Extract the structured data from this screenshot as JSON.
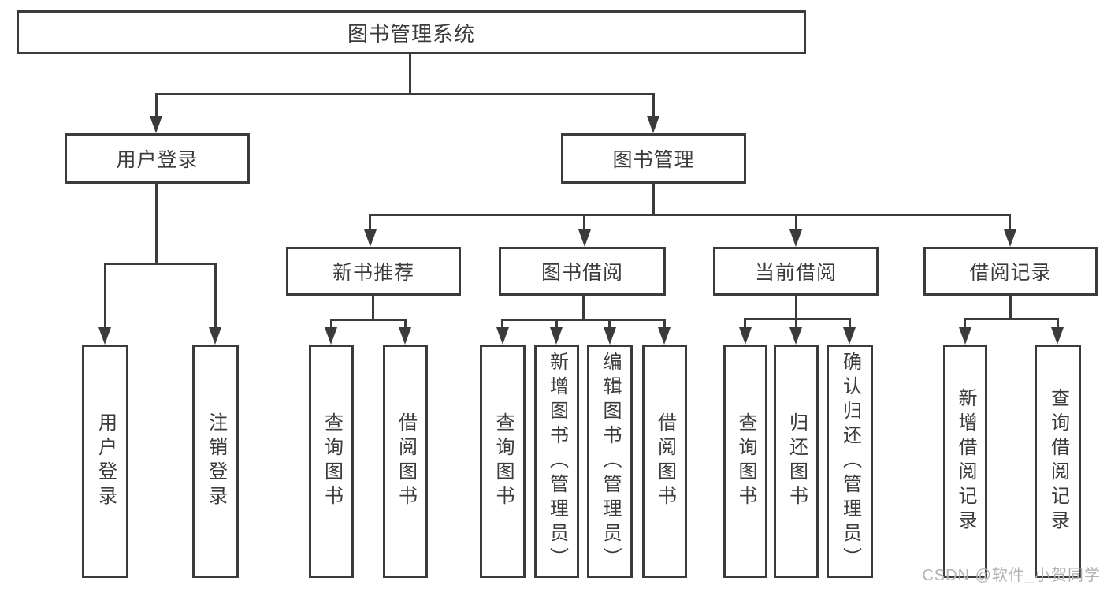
{
  "diagram": {
    "title": "图书管理系统",
    "branches": [
      {
        "label": "用户登录",
        "children": [
          "用户登录",
          "注销登录"
        ]
      },
      {
        "label": "图书管理",
        "children": [
          {
            "label": "新书推荐",
            "children": [
              "查询图书",
              "借阅图书"
            ]
          },
          {
            "label": "图书借阅",
            "children": [
              "查询图书",
              "新增图书（管理员）",
              "编辑图书（管理员）",
              "借阅图书"
            ]
          },
          {
            "label": "当前借阅",
            "children": [
              "查询图书",
              "归还图书",
              "确认归还（管理员）"
            ]
          },
          {
            "label": "借阅记录",
            "children": [
              "新增借阅记录",
              "查询借阅记录"
            ]
          }
        ]
      }
    ]
  },
  "watermark": {
    "text": "CSDN @软件_小贺同学"
  },
  "style": {
    "line_color": "#3b3b3b",
    "text_color": "#3b3b3b",
    "watermark_color": "#b3b3b3",
    "background": "#ffffff"
  }
}
